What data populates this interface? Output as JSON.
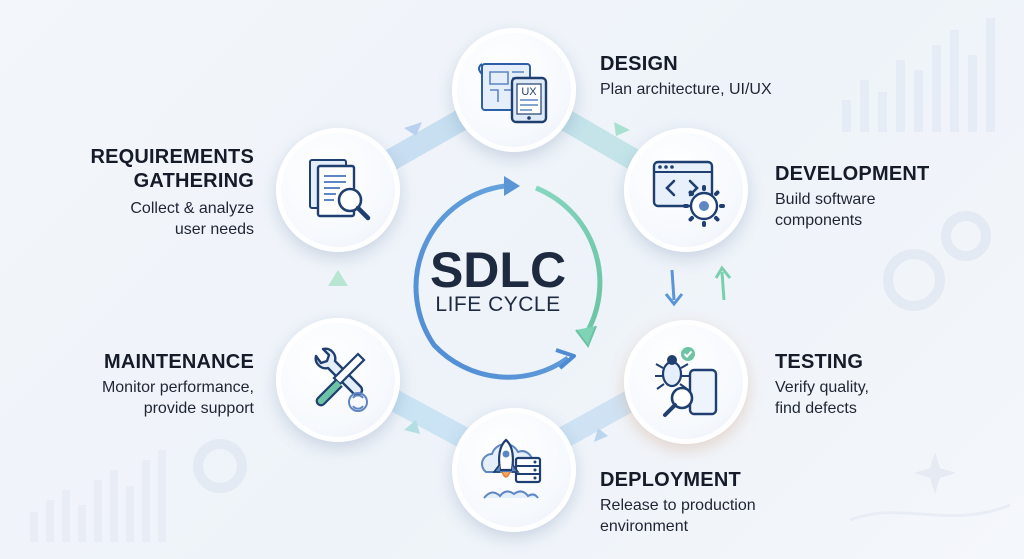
{
  "center": {
    "title": "SDLC",
    "subtitle": "LIFE CYCLE"
  },
  "stages": [
    {
      "id": "design",
      "title": "DESIGN",
      "description": "Plan architecture, UI/UX",
      "icon": "blueprint-ux-icon",
      "icon_text": "UX",
      "color": "#8fd0ea"
    },
    {
      "id": "development",
      "title": "DEVELOPMENT",
      "description": "Build software\ncomponents",
      "icon": "code-window-gear-icon",
      "color": "#8fe0c0"
    },
    {
      "id": "testing",
      "title": "TESTING",
      "description": "Verify quality,\nfind defects",
      "icon": "bug-magnifier-icon",
      "color": "#f2b890"
    },
    {
      "id": "deployment",
      "title": "DEPLOYMENT",
      "description": "Release to production\nenvironment",
      "icon": "rocket-cloud-icon",
      "color": "#9ec8ee"
    },
    {
      "id": "maintenance",
      "title": "MAINTENANCE",
      "description": "Monitor performance,\nprovide support",
      "icon": "wrench-screwdriver-icon",
      "color": "#9fe4c6"
    },
    {
      "id": "requirements",
      "title": "REQUIREMENTS\nGATHERING",
      "description": "Collect & analyze\nuser needs",
      "icon": "document-search-icon",
      "color": "#a9c6ef"
    }
  ],
  "colors": {
    "ring_blue": "#7fb3e6",
    "ring_teal": "#7fd6c0",
    "ring_orange": "#f2b38a",
    "arrow_blue": "#5b95d6",
    "arrow_green": "#7ccfae",
    "title_dark": "#1e2a40"
  }
}
